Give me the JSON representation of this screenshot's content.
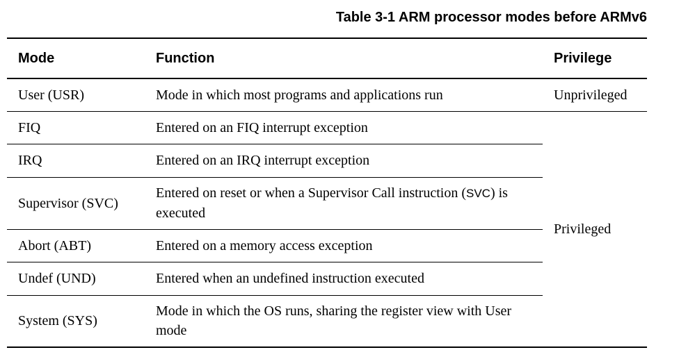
{
  "caption": "Table 3-1 ARM processor modes before ARMv6",
  "headers": {
    "mode": "Mode",
    "function": "Function",
    "privilege": "Privilege"
  },
  "rows": [
    {
      "mode": "User (USR)",
      "function": "Mode in which most programs and applications run",
      "privilege": "Unprivileged"
    },
    {
      "mode": "FIQ",
      "function": "Entered on an FIQ interrupt exception"
    },
    {
      "mode": "IRQ",
      "function": "Entered on an IRQ interrupt exception"
    },
    {
      "mode": "Supervisor (SVC)",
      "function_before": "Entered on reset or when a Supervisor Call instruction (",
      "function_code": "SVC",
      "function_after": ") is executed"
    },
    {
      "mode": "Abort (ABT)",
      "function": "Entered on a memory access exception"
    },
    {
      "mode": "Undef (UND)",
      "function": "Entered when an undefined instruction executed"
    },
    {
      "mode": "System (SYS)",
      "function": "Mode in which the OS runs, sharing the register view with User mode"
    }
  ],
  "privileged_label": "Privileged"
}
